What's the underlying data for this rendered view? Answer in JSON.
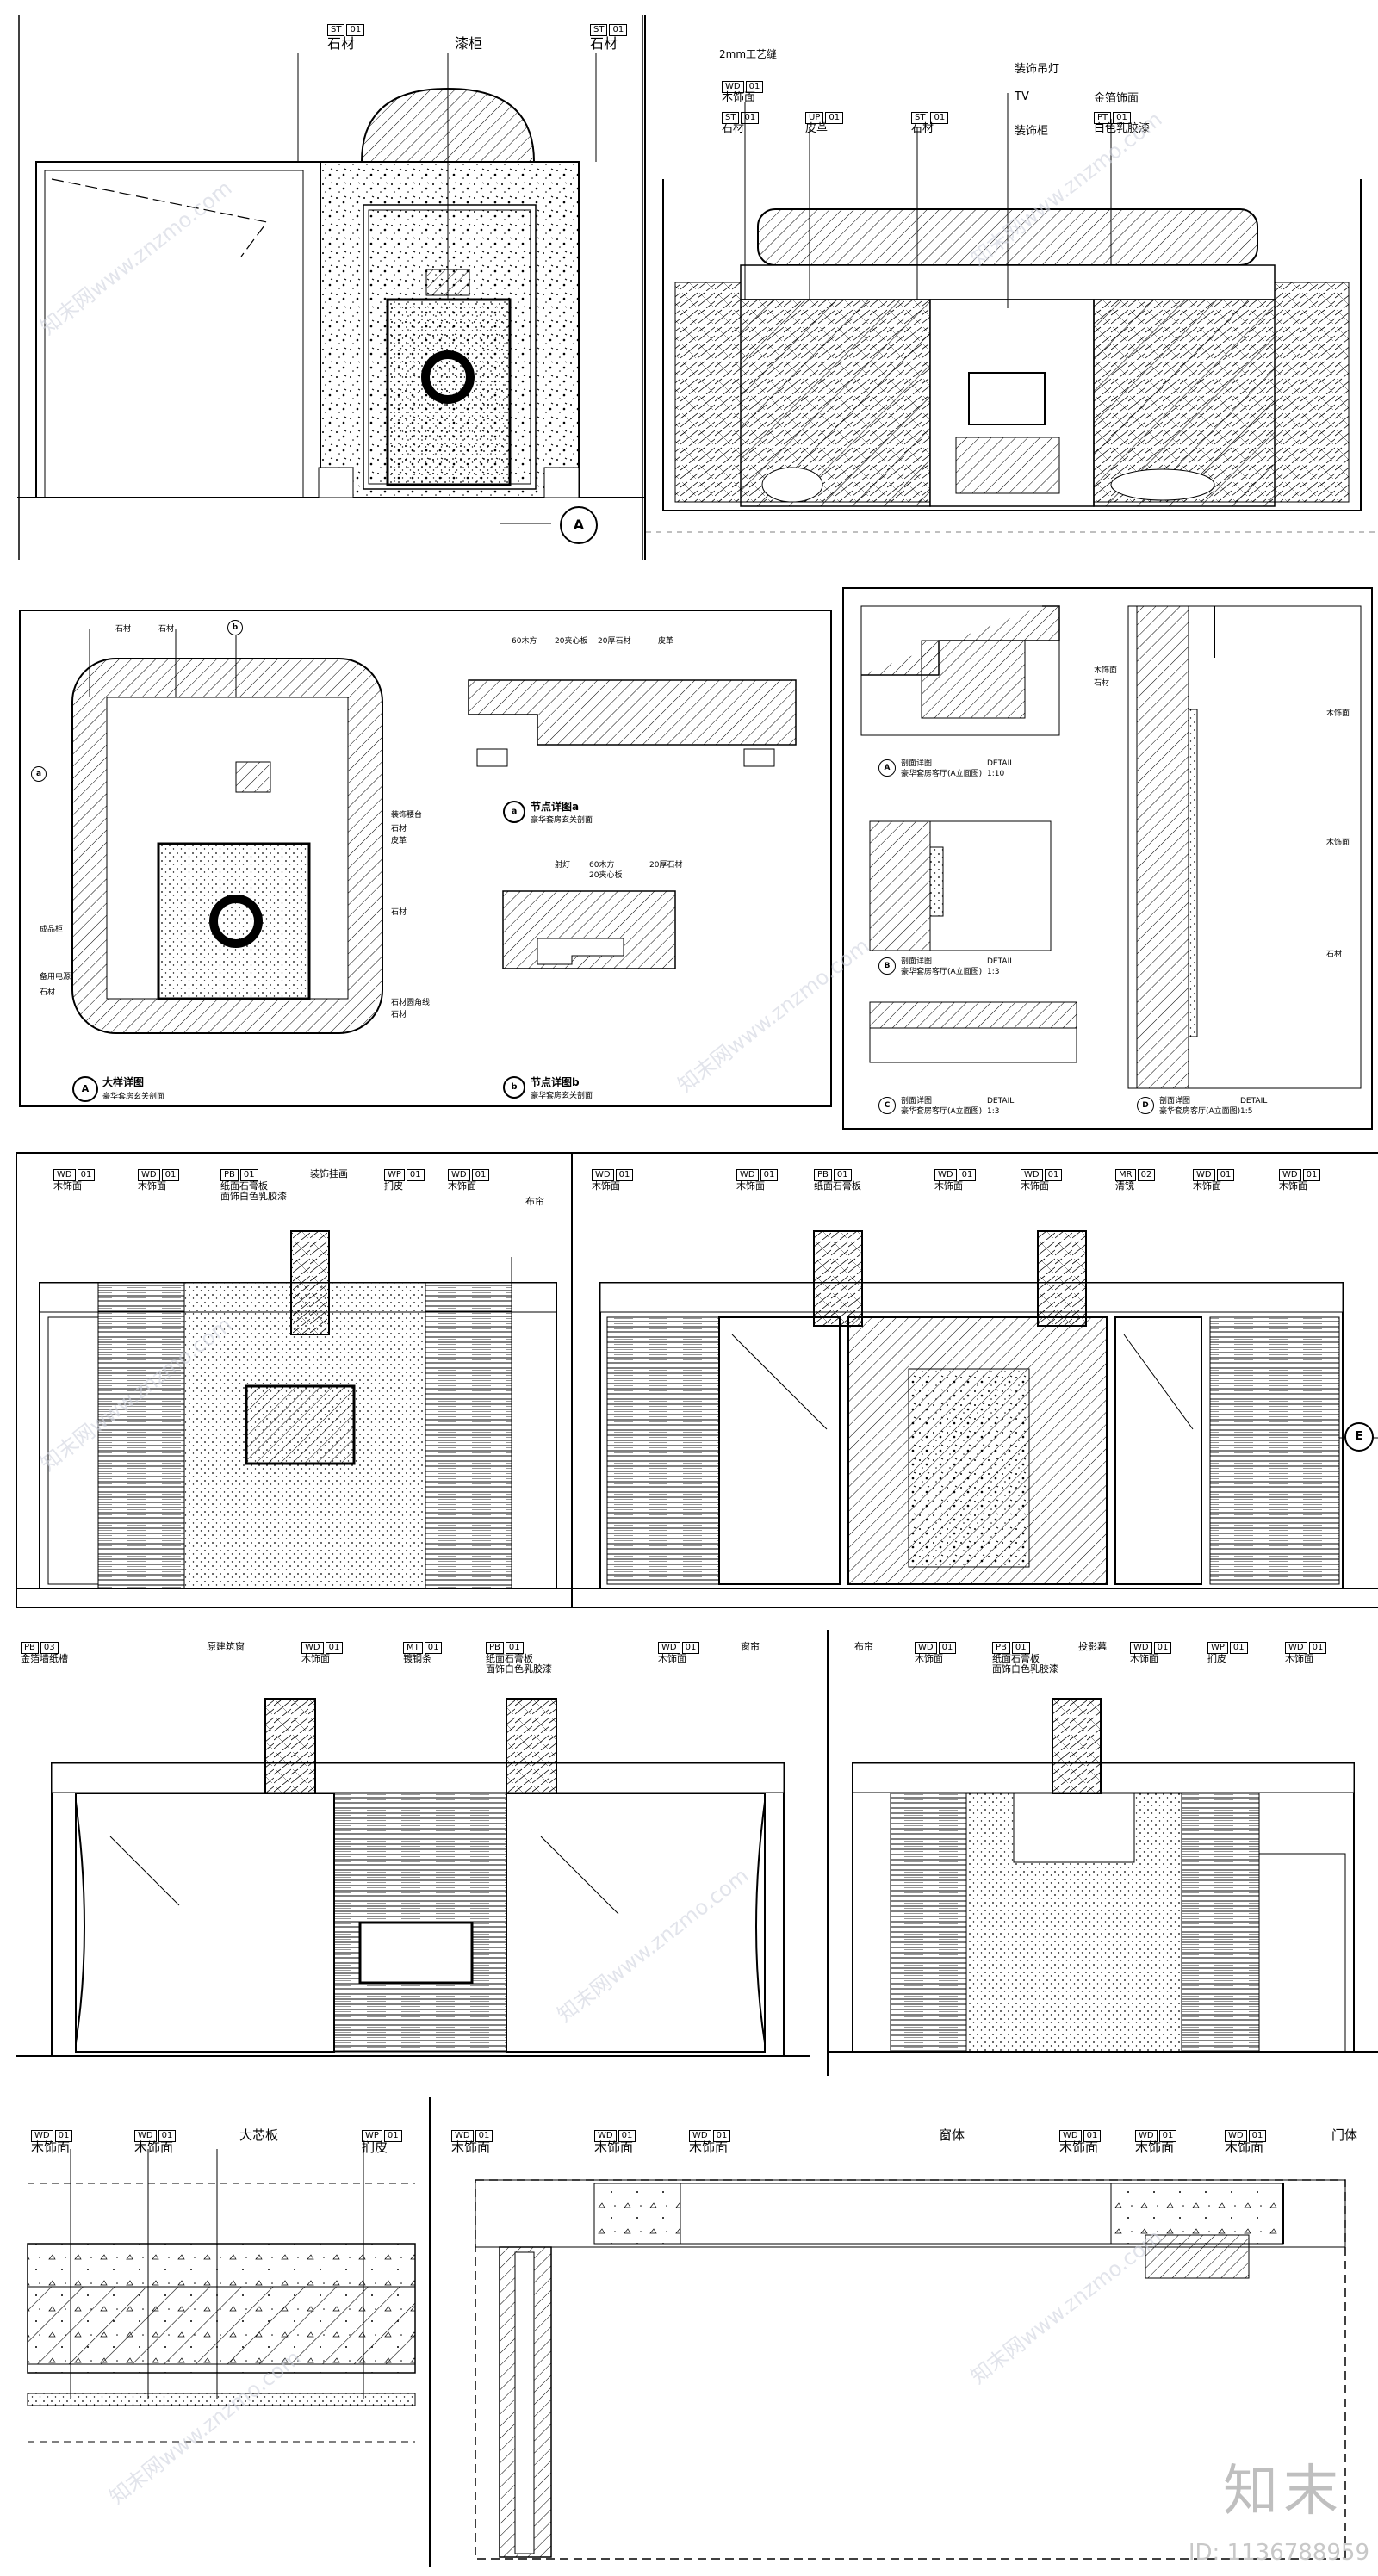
{
  "watermark": {
    "text": "知末网www.znzmo.com",
    "logo": "知末",
    "id": "ID: 1136788959"
  },
  "p1": {
    "left_tag": {
      "code": "ST",
      "num": "01",
      "label": "石材"
    },
    "mid_label": "漆柜",
    "right_tag": {
      "code": "ST",
      "num": "01",
      "label": "石材"
    },
    "section_marker": "A"
  },
  "p2": {
    "tags": [
      {
        "code": "",
        "num": "",
        "label": "2mm工艺缝"
      },
      {
        "code": "WD",
        "num": "01",
        "label": "木饰面"
      },
      {
        "code": "ST",
        "num": "01",
        "label": "石材"
      },
      {
        "code": "UP",
        "num": "01",
        "label": "皮革"
      },
      {
        "code": "ST",
        "num": "01",
        "label": "石材"
      },
      {
        "code": "",
        "num": "",
        "label": "装饰吊灯"
      },
      {
        "code": "",
        "num": "",
        "label": "TV"
      },
      {
        "code": "",
        "num": "",
        "label": "装饰柜"
      },
      {
        "code": "",
        "num": "",
        "label": "金箔饰面"
      },
      {
        "code": "PT",
        "num": "01",
        "label": "白色乳胶漆"
      }
    ]
  },
  "p3": {
    "labels": [
      "石材",
      "石材",
      "石材",
      "皮革",
      "装饰腰台",
      "成品柜",
      "备用电源",
      "石材",
      "石材",
      "石材圆角线",
      "石材"
    ],
    "marker_b": "b",
    "marker_a": "a",
    "detail_a_labels": [
      "60木方",
      "20夹心板",
      "20厚石材",
      "皮革"
    ],
    "detail_b_labels": [
      "射灯",
      "60木方",
      "20夹心板",
      "20厚石材"
    ],
    "main_title": "大样详图",
    "main_sub": "豪华套房玄关剖面",
    "a_title": "节点详图a",
    "a_sub": "豪华套房玄关剖面",
    "b_title": "节点详图b",
    "b_sub": "豪华套房玄关剖面",
    "main_marker": "A"
  },
  "p4": {
    "titles": [
      "剖面详图",
      "剖面详图",
      "剖面详图",
      "剖面详图"
    ],
    "detail": "DETAIL",
    "subs": [
      "豪华套房客厅(A立面图)",
      "豪华套房客厅(A立面图)",
      "豪华套房客厅(A立面图)",
      "豪华套房客厅(A立面图)"
    ],
    "scales": [
      "1:10",
      "1:3",
      "1:3",
      "1:5"
    ],
    "markers": [
      "A",
      "B",
      "C",
      "D"
    ],
    "notes": [
      "木饰面",
      "石材",
      "木饰面",
      "木饰面",
      "石材"
    ]
  },
  "p5": {
    "tags": [
      {
        "code": "WD",
        "num": "01",
        "label": "木饰面"
      },
      {
        "code": "WD",
        "num": "01",
        "label": "木饰面"
      },
      {
        "code": "PB",
        "num": "01",
        "label": "纸面石膏板\n面饰白色乳胶漆"
      },
      {
        "code": "",
        "num": "",
        "label": "装饰挂画"
      },
      {
        "code": "WP",
        "num": "01",
        "label": "扪皮"
      },
      {
        "code": "WD",
        "num": "01",
        "label": "木饰面"
      },
      {
        "code": "",
        "num": "",
        "label": "布帘"
      }
    ]
  },
  "p6": {
    "tags": [
      {
        "code": "WD",
        "num": "01",
        "label": "木饰面"
      },
      {
        "code": "WD",
        "num": "01",
        "label": "木饰面"
      },
      {
        "code": "PB",
        "num": "01",
        "label": "纸面石膏板"
      },
      {
        "code": "WD",
        "num": "01",
        "label": "木饰面"
      },
      {
        "code": "WD",
        "num": "01",
        "label": "木饰面"
      },
      {
        "code": "MR",
        "num": "02",
        "label": "清镜"
      },
      {
        "code": "WD",
        "num": "01",
        "label": "木饰面"
      },
      {
        "code": "WD",
        "num": "01",
        "label": "木饰面"
      }
    ],
    "marker": "E"
  },
  "p7": {
    "tags": [
      {
        "code": "PB",
        "num": "03",
        "label": "金箔墙纸槽"
      },
      {
        "code": "",
        "num": "",
        "label": "原建筑窗"
      },
      {
        "code": "WD",
        "num": "01",
        "label": "木饰面"
      },
      {
        "code": "MT",
        "num": "01",
        "label": "镀钢条"
      },
      {
        "code": "PB",
        "num": "01",
        "label": "纸面石膏板\n面饰白色乳胶漆"
      },
      {
        "code": "WD",
        "num": "01",
        "label": "木饰面"
      },
      {
        "code": "",
        "num": "",
        "label": "窗帘"
      }
    ]
  },
  "p8": {
    "tags": [
      {
        "code": "",
        "num": "",
        "label": "布帘"
      },
      {
        "code": "WD",
        "num": "01",
        "label": "木饰面"
      },
      {
        "code": "PB",
        "num": "01",
        "label": "纸面石膏板\n面饰白色乳胶漆"
      },
      {
        "code": "",
        "num": "",
        "label": "投影幕"
      },
      {
        "code": "WD",
        "num": "01",
        "label": "木饰面"
      },
      {
        "code": "WP",
        "num": "01",
        "label": "扪皮"
      },
      {
        "code": "WD",
        "num": "01",
        "label": "木饰面"
      }
    ]
  },
  "p9": {
    "tags": [
      {
        "code": "WD",
        "num": "01",
        "label": "木饰面"
      },
      {
        "code": "WD",
        "num": "01",
        "label": "木饰面"
      },
      {
        "code": "",
        "num": "",
        "label": "大芯板"
      },
      {
        "code": "WP",
        "num": "01",
        "label": "扪皮"
      }
    ]
  },
  "p10": {
    "tags": [
      {
        "code": "WD",
        "num": "01",
        "label": "木饰面"
      },
      {
        "code": "WD",
        "num": "01",
        "label": "木饰面"
      },
      {
        "code": "WD",
        "num": "01",
        "label": "木饰面"
      },
      {
        "code": "",
        "num": "",
        "label": "窗体"
      },
      {
        "code": "WD",
        "num": "01",
        "label": "木饰面"
      },
      {
        "code": "WD",
        "num": "01",
        "label": "木饰面"
      },
      {
        "code": "WD",
        "num": "01",
        "label": "木饰面"
      },
      {
        "code": "",
        "num": "",
        "label": "门体"
      }
    ]
  }
}
